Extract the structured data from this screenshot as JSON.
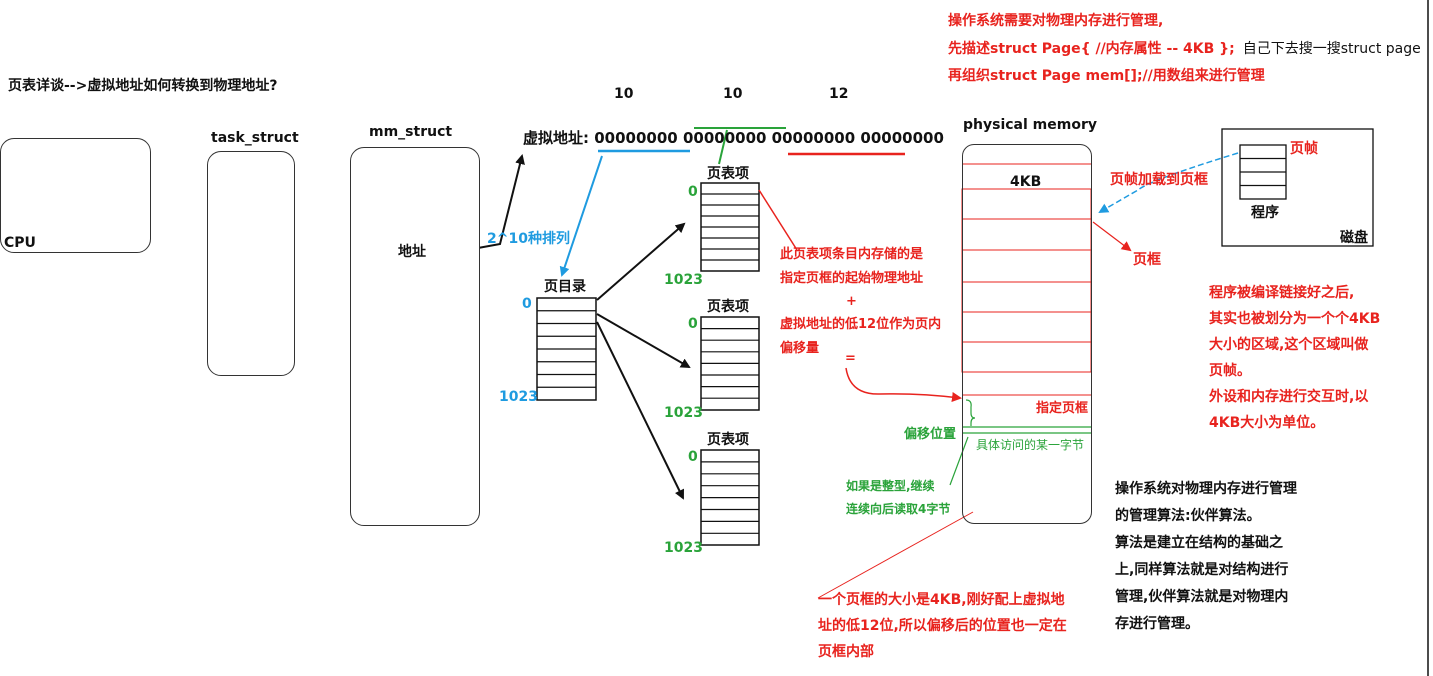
{
  "os_note": {
    "line1": "操作系统需要对物理内存进行管理,",
    "line2_prefix": "先描述struct Page{ //内存属性 -- 4KB };",
    "line2_suffix": "自己下去搜一搜struct page",
    "line3": "再组织struct Page mem[];//用数组来进行管理"
  },
  "title": "页表详谈-->虚拟地址如何转换到物理地址?",
  "cpu_label": "CPU",
  "task_struct_label": "task_struct",
  "mm_struct_label": "mm_struct",
  "mm_address_label": "地址",
  "arrow_label_2pow10": "2^10种排列",
  "bit_counts": [
    "10",
    "10",
    "12"
  ],
  "vaddr_prefix": "虚拟地址:",
  "vaddr_bits": "00000000 00000000 00000000 00000000",
  "page_directory": {
    "label": "页目录",
    "start": "0",
    "end": "1023"
  },
  "page_tables": [
    {
      "label": "页表项",
      "start": "0",
      "end": "1023"
    },
    {
      "label": "页表项",
      "start": "0",
      "end": "1023"
    },
    {
      "label": "页表项",
      "start": "0",
      "end": "1023"
    }
  ],
  "pte_note": {
    "line1": "此页表项条目内存储的是",
    "line2": "指定页框的起始物理地址",
    "plus": "+",
    "line3": "虚拟地址的低12位作为页内",
    "line4": "偏移量",
    "equals": "="
  },
  "physical_memory_label": "physical memory",
  "frame_size_label": "4KB",
  "load_label": "页帧加载到页框",
  "frame_label": "页框",
  "target_frame_label": "指定页框",
  "offset_label": "偏移位置",
  "byte_label": "具体访问的某一字节",
  "integer_note": {
    "line1": "如果是整型,继续",
    "line2": "连续向后读取4字节"
  },
  "disk": {
    "page_frame_label": "页帧",
    "program_label": "程序",
    "disk_label": "磁盘"
  },
  "compile_note": [
    "程序被编译链接好之后,",
    "其实也被划分为一个个4KB",
    "大小的区域,这个区域叫做",
    "页帧。",
    "外设和内存进行交互时,以",
    "4KB大小为单位。"
  ],
  "buddy_note": [
    "操作系统对物理内存进行管理",
    "的管理算法:伙伴算法。",
    "算法是建立在结构的基础之",
    "上,同样算法就是对结构进行",
    "管理,伙伴算法就是对物理内",
    "存进行管理。"
  ],
  "frame_size_note": [
    "一个页框的大小是4KB,刚好配上虚拟地",
    "址的低12位,所以偏移后的位置也一定在",
    "页框内部"
  ]
}
